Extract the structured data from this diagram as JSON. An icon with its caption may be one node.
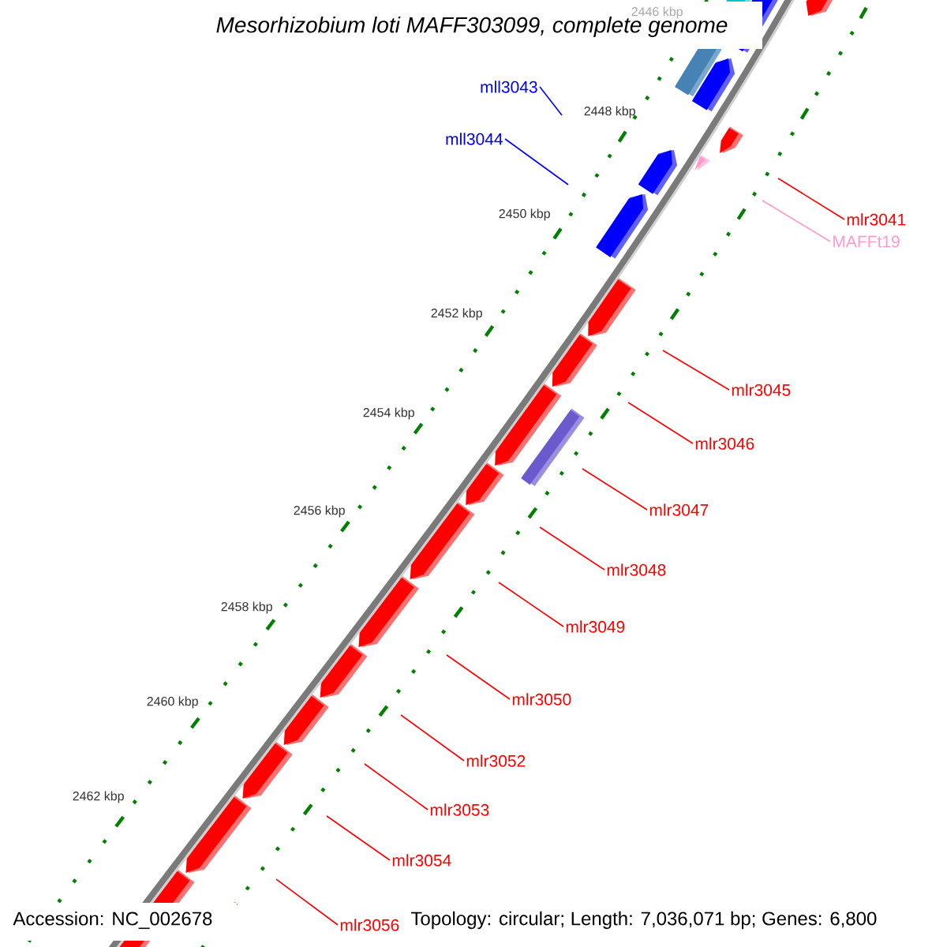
{
  "diagram": {
    "title": "Mesorhizobium loti MAFF303099, complete genome",
    "nodes": [
      {
        "text": [
          "mll3043"
        ]
      },
      {
        "text": [
          "mll3044"
        ]
      },
      {
        "text": [
          "mlr3041"
        ]
      },
      {
        "text": [
          "MAFFt19"
        ]
      },
      {
        "text": [
          "mlr3045"
        ]
      },
      {
        "text": [
          "mlr3046"
        ]
      },
      {
        "text": [
          "mlr3047"
        ]
      },
      {
        "text": [
          "mlr3048"
        ]
      },
      {
        "text": [
          "mlr3049"
        ]
      },
      {
        "text": [
          "mlr3050"
        ]
      },
      {
        "text": [
          "mlr3052"
        ]
      },
      {
        "text": [
          "mlr3053"
        ]
      },
      {
        "text": [
          "mlr3054"
        ]
      },
      {
        "text": [
          "mlr3056"
        ]
      }
    ],
    "edges": [
      {
        "from": 0,
        "to": null,
        "arrow": "none",
        "color": "#0000ff"
      },
      {
        "from": 1,
        "to": null,
        "arrow": "none",
        "color": "#0000ff"
      },
      {
        "from": 2,
        "to": null,
        "arrow": "none"
      },
      {
        "from": 3,
        "to": null,
        "arrow": "none",
        "color": "#ff99cc"
      },
      {
        "from": 4,
        "to": null,
        "arrow": "none"
      },
      {
        "from": 5,
        "to": null,
        "arrow": "none"
      },
      {
        "from": 6,
        "to": null,
        "arrow": "none"
      },
      {
        "from": 7,
        "to": null,
        "arrow": "none"
      },
      {
        "from": 8,
        "to": null,
        "arrow": "none"
      },
      {
        "from": 9,
        "to": null,
        "arrow": "none"
      },
      {
        "from": 10,
        "to": null,
        "arrow": "none"
      },
      {
        "from": 11,
        "to": null,
        "arrow": "none"
      },
      {
        "from": 12,
        "to": null,
        "arrow": "none"
      },
      {
        "from": 13,
        "to": null,
        "arrow": "none"
      }
    ],
    "labels": [
      "2446 kbp",
      "2448 kbp",
      "2450 kbp",
      "2452 kbp",
      "2454 kbp",
      "2456 kbp",
      "2458 kbp",
      "2460 kbp",
      "2462 kbp",
      "Accession: NC_002678",
      "Topology: circular; Length: 7,036,071 bp; Genes: 6,800"
    ]
  }
}
